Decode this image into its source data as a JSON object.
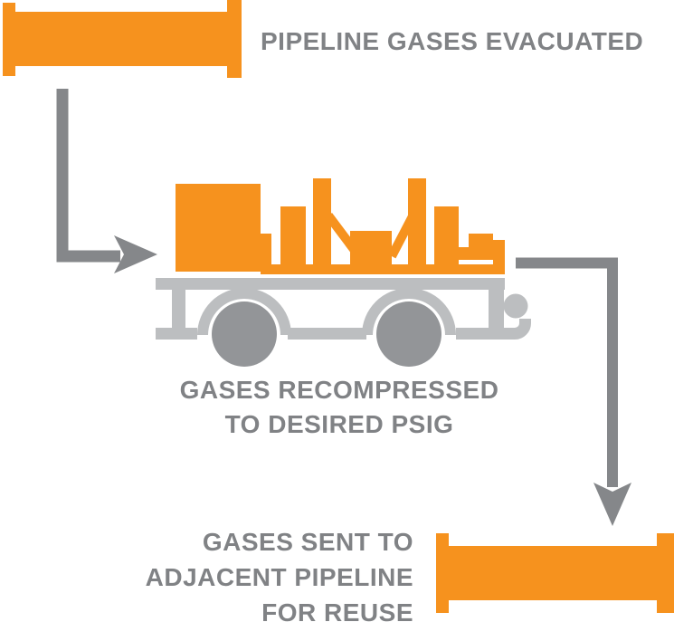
{
  "colors": {
    "orange": "#F6921E",
    "text_gray": "#808285",
    "arrow_gray": "#85878A",
    "trailer_frame": "#BCBEC0",
    "wheel_gray": "#939598",
    "background": "#FFFFFF"
  },
  "diagram": {
    "step_evacuated": {
      "label": "PIPELINE GASES EVACUATED",
      "icon": "pipeline-segment"
    },
    "step_recompressed": {
      "line1": "GASES RECOMPRESSED",
      "line2": "TO DESIRED PSIG",
      "icon": "compressor-trailer"
    },
    "step_reuse": {
      "line1": "GASES SENT TO",
      "line2": "ADJACENT PIPELINE",
      "line3": "FOR REUSE",
      "icon": "pipeline-segment"
    },
    "arrows": {
      "arrow1": "down-then-right",
      "arrow2": "right-then-down"
    }
  }
}
